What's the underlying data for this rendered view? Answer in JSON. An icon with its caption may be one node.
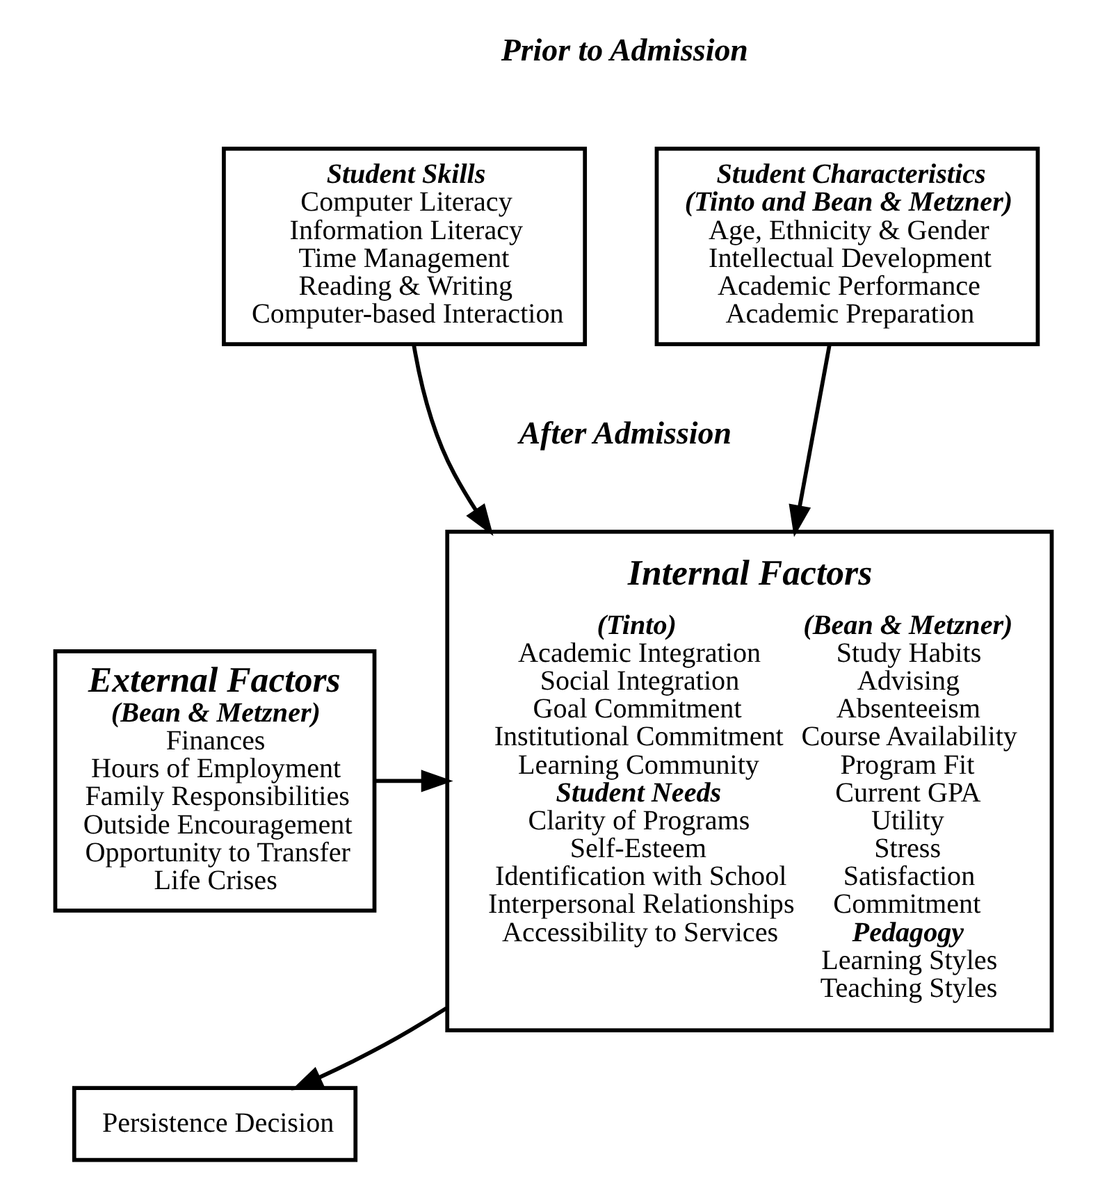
{
  "diagram": {
    "nodes": [
      {
        "text": [
          "Student Characteristics",
          "(Tinto and Bean & Metzner)",
          "Age, Ethnicity & Gender",
          "Intellectual Development",
          "Academic Performance",
          "Academic Preparation"
        ]
      },
      {
        "text": [
          "Student Skills",
          "Computer Literacy",
          "Information Literacy",
          "Time Management",
          "Reading & Writing",
          "Computer-based Interaction"
        ]
      },
      {
        "text": [
          "External Factors",
          "(Bean & Metzner)",
          "Finances",
          "Hours of Employment",
          "Family Responsibilities",
          "Outside Encouragement",
          "Opportunity to Transfer",
          "Life Crises"
        ]
      },
      {
        "text": [
          "Internal Factors",
          "(Tinto)",
          "Academic Integration",
          "Social Integration",
          "Goal Commitment",
          "Institutional Commitment",
          "Learning Community",
          "Student Needs",
          "Clarity of Programs",
          "Self-Esteem",
          "Identification with School",
          "Interpersonal Relationships",
          "Accessibility to Services",
          "(Bean & Metzner)",
          "Study Habits",
          "Advising",
          "Absenteeism",
          "Course Availability",
          "Program Fit",
          "Current GPA",
          "Utility",
          "Stress",
          "Satisfaction",
          "Commitment",
          "Pedagogy",
          "Learning Styles",
          "Teaching Styles"
        ]
      },
      {
        "text": [
          "Persistence Decision"
        ]
      }
    ],
    "edges": [
      {
        "from": 0,
        "to": 3,
        "arrow": "to"
      },
      {
        "from": 1,
        "to": 3,
        "arrow": "to"
      },
      {
        "from": 2,
        "to": 3,
        "arrow": "to"
      },
      {
        "from": 3,
        "to": 4,
        "arrow": "to"
      }
    ],
    "labels": [
      "Prior to Admission",
      "After Admission"
    ]
  }
}
